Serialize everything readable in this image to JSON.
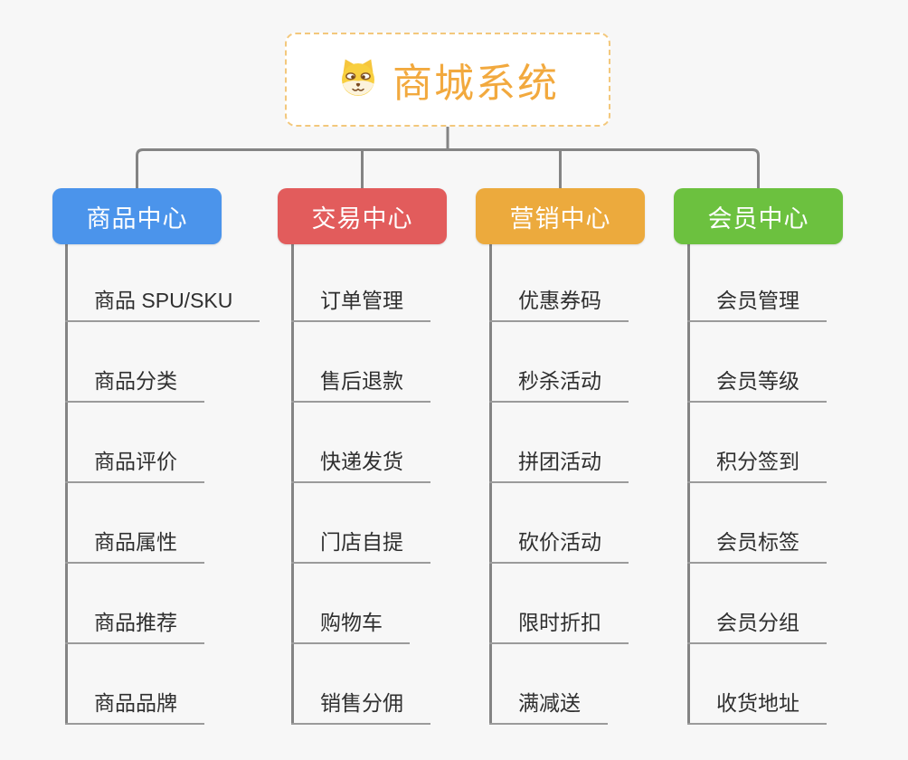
{
  "app": {
    "type": "mind-map",
    "background_color": "#f7f7f7",
    "connector_color": "#848484",
    "leaf_underline_color": "#9b9b9b"
  },
  "root": {
    "title": "商城系统",
    "icon": "dog-face-icon",
    "text_color": "#f2a93e",
    "border_color": "#f3c87c"
  },
  "branches": [
    {
      "label": "商品中心",
      "color": "#4b94eb",
      "items": [
        "商品 SPU/SKU",
        "商品分类",
        "商品评价",
        "商品属性",
        "商品推荐",
        "商品品牌"
      ]
    },
    {
      "label": "交易中心",
      "color": "#e25c5c",
      "items": [
        "订单管理",
        "售后退款",
        "快递发货",
        "门店自提",
        "购物车",
        "销售分佣"
      ]
    },
    {
      "label": "营销中心",
      "color": "#ecaa3d",
      "items": [
        "优惠券码",
        "秒杀活动",
        "拼团活动",
        "砍价活动",
        "限时折扣",
        "满减送"
      ]
    },
    {
      "label": "会员中心",
      "color": "#6cc13f",
      "items": [
        "会员管理",
        "会员等级",
        "积分签到",
        "会员标签",
        "会员分组",
        "收货地址"
      ]
    }
  ]
}
